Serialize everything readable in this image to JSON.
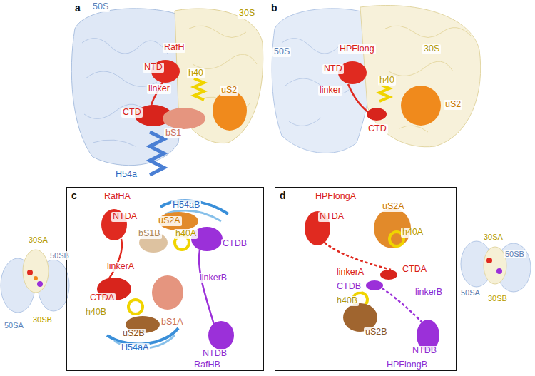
{
  "diagram": {
    "nodes": [
      {
        "text": [
          "c",
          "RafHA",
          "NTDA",
          "H54aB",
          "uS2A",
          "bS1B",
          "h40A",
          "CTDB",
          "linkerA",
          "linkerB",
          "CTDA",
          "h40B",
          "bS1A",
          "uS2B",
          "H54aA",
          "NTDB",
          "RafHB"
        ]
      },
      {
        "text": [
          "d",
          "HPFlongA",
          "NTDA",
          "uS2A",
          "h40A",
          "linkerA",
          "CTDA",
          "CTDB",
          "h40B",
          "linkerB",
          "uS2B",
          "NTDB",
          "HPFlongB"
        ]
      }
    ],
    "edges": [],
    "labels": [
      "a",
      "50S",
      "30S",
      "RafH",
      "NTD",
      "h40",
      "linker",
      "uS2",
      "CTD",
      "bS1",
      "H54a",
      "b",
      "50S",
      "HPFlong",
      "30S",
      "NTD",
      "h40",
      "linker",
      "uS2",
      "CTD",
      "30SA",
      "50SB",
      "50SA",
      "30SB",
      "30SA",
      "50SB",
      "50SA",
      "30SB"
    ]
  }
}
